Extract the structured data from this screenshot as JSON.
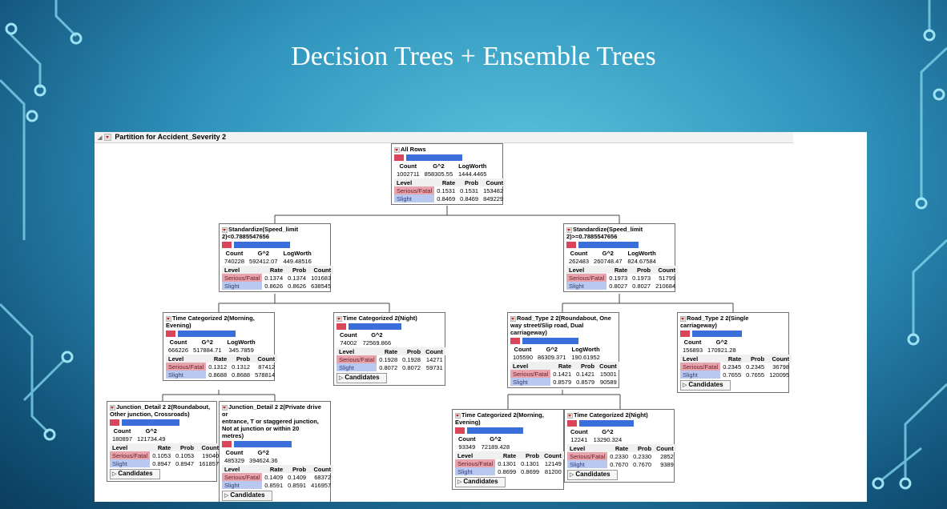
{
  "slide": {
    "title": "Decision Trees + Ensemble Trees"
  },
  "panel": {
    "header": "Partition for Accident_Severity 2"
  },
  "labels": {
    "count": "Count",
    "g2": "G^2",
    "logworth": "LogWorth",
    "level": "Level",
    "rate": "Rate",
    "prob": "Prob",
    "candidates": "Candidates"
  },
  "nodes": {
    "all_rows": {
      "title_lines": [
        "All Rows"
      ],
      "count": "1002711",
      "g2": "858305.55",
      "logworth": "1444.4465",
      "levels": [
        {
          "level": "Serious/Fatal",
          "rate": "0.1531",
          "prob": "0.1531",
          "count": "153482"
        },
        {
          "level": "Slight",
          "rate": "0.8469",
          "prob": "0.8469",
          "count": "849229"
        }
      ]
    },
    "speed_lt": {
      "title_lines": [
        "Standardize(Speed_limit",
        "2)<0.7885547656"
      ],
      "count": "740228",
      "g2": "592412.07",
      "logworth": "449.48516",
      "levels": [
        {
          "level": "Serious/Fatal",
          "rate": "0.1374",
          "prob": "0.1374",
          "count": "101683"
        },
        {
          "level": "Slight",
          "rate": "0.8626",
          "prob": "0.8626",
          "count": "638545"
        }
      ]
    },
    "speed_ge": {
      "title_lines": [
        "Standardize(Speed_limit",
        "2)>=0.7885547656"
      ],
      "count": "262483",
      "g2": "260748.47",
      "logworth": "824.67584",
      "levels": [
        {
          "level": "Serious/Fatal",
          "rate": "0.1973",
          "prob": "0.1973",
          "count": "51799"
        },
        {
          "level": "Slight",
          "rate": "0.8027",
          "prob": "0.8027",
          "count": "210684"
        }
      ]
    },
    "time_morning": {
      "title_lines": [
        "Time Categorized 2(Morning,",
        "Evening)"
      ],
      "count": "666226",
      "g2": "517884.71",
      "logworth": "345.7859",
      "levels": [
        {
          "level": "Serious/Fatal",
          "rate": "0.1312",
          "prob": "0.1312",
          "count": "87412"
        },
        {
          "level": "Slight",
          "rate": "0.8688",
          "prob": "0.8688",
          "count": "578814"
        }
      ]
    },
    "time_night": {
      "title_lines": [
        "Time Categorized 2(Night)"
      ],
      "count": "74002",
      "g2": "72569.866",
      "levels": [
        {
          "level": "Serious/Fatal",
          "rate": "0.1928",
          "prob": "0.1928",
          "count": "14271"
        },
        {
          "level": "Slight",
          "rate": "0.8072",
          "prob": "0.8072",
          "count": "59731"
        }
      ]
    },
    "road_roundabout": {
      "title_lines": [
        "Road_Type 2 2(Roundabout, One",
        "way street/Slip road, Dual",
        "carriageway)"
      ],
      "count": "105590",
      "g2": "86309.371",
      "logworth": "190.61952",
      "levels": [
        {
          "level": "Serious/Fatal",
          "rate": "0.1421",
          "prob": "0.1421",
          "count": "15001"
        },
        {
          "level": "Slight",
          "rate": "0.8579",
          "prob": "0.8579",
          "count": "90589"
        }
      ]
    },
    "road_single": {
      "title_lines": [
        "Road_Type 2 2(Single carriageway)"
      ],
      "count": "156893",
      "g2": "170921.28",
      "levels": [
        {
          "level": "Serious/Fatal",
          "rate": "0.2345",
          "prob": "0.2345",
          "count": "36798"
        },
        {
          "level": "Slight",
          "rate": "0.7655",
          "prob": "0.7655",
          "count": "120095"
        }
      ]
    },
    "junction_roundabout": {
      "title_lines": [
        "Junction_Detail 2 2(Roundabout,",
        "Other junction, Crossroads)"
      ],
      "count": "180897",
      "g2": "121734.49",
      "levels": [
        {
          "level": "Serious/Fatal",
          "rate": "0.1053",
          "prob": "0.1053",
          "count": "19040"
        },
        {
          "level": "Slight",
          "rate": "0.8947",
          "prob": "0.8947",
          "count": "161857"
        }
      ]
    },
    "junction_private": {
      "title_lines": [
        "Junction_Detail 2 2(Private drive or",
        "entrance, T or staggered junction,",
        "Not at junction or within 20",
        "metres)"
      ],
      "count": "485329",
      "g2": "394624.36",
      "levels": [
        {
          "level": "Serious/Fatal",
          "rate": "0.1409",
          "prob": "0.1409",
          "count": "68372"
        },
        {
          "level": "Slight",
          "rate": "0.8591",
          "prob": "0.8591",
          "count": "416957"
        }
      ]
    },
    "time_morning_b": {
      "title_lines": [
        "Time Categorized 2(Morning,",
        "Evening)"
      ],
      "count": "93349",
      "g2": "72189.428",
      "levels": [
        {
          "level": "Serious/Fatal",
          "rate": "0.1301",
          "prob": "0.1301",
          "count": "12149"
        },
        {
          "level": "Slight",
          "rate": "0.8699",
          "prob": "0.8699",
          "count": "81200"
        }
      ]
    },
    "time_night_b": {
      "title_lines": [
        "Time Categorized 2(Night)"
      ],
      "count": "12241",
      "g2": "13290.324",
      "levels": [
        {
          "level": "Serious/Fatal",
          "rate": "0.2330",
          "prob": "0.2330",
          "count": "2852"
        },
        {
          "level": "Slight",
          "rate": "0.7670",
          "prob": "0.7670",
          "count": "9389"
        }
      ]
    }
  }
}
